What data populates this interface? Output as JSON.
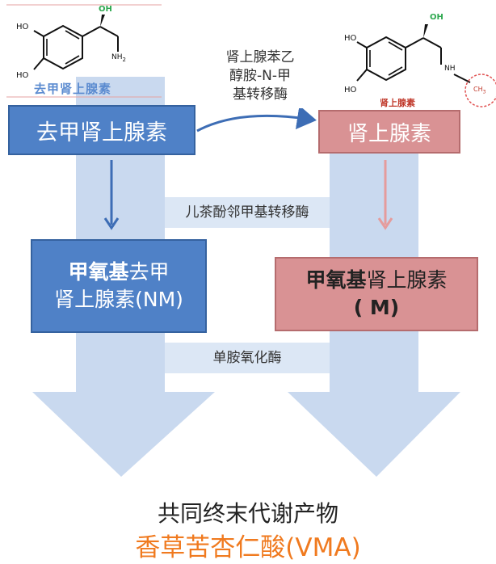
{
  "molecules": {
    "left": {
      "oh_top": "OH",
      "ho_1": "HO",
      "ho_2": "HO",
      "nh2": "NH",
      "nh2_sub": "2",
      "name": "去甲肾上腺素"
    },
    "right": {
      "oh_top": "OH",
      "ho_1": "HO",
      "ho_2": "HO",
      "nh": "NH",
      "ch3": "CH",
      "ch3_sub": "3",
      "name": "肾上腺素"
    }
  },
  "boxes": {
    "norepinephrine": "去甲肾上腺素",
    "epinephrine": "肾上腺素",
    "nm_bold": "甲氧基",
    "nm_rest1": "去甲",
    "nm_line2": "肾上腺素(NM)",
    "m_bold": "甲氧基",
    "m_rest1": "肾上腺素",
    "m_line2": "( M)"
  },
  "enzymes": {
    "pnmt_line1": "肾上腺苯乙",
    "pnmt_line2": "醇胺-N-甲",
    "pnmt_line3": "基转移酶",
    "comt": "儿茶酚邻甲基转移酶",
    "mao": "单胺氧化酶"
  },
  "footer": {
    "line1": "共同终末代谢产物",
    "line2": "香草苦杏仁酸(VMA)"
  },
  "colors": {
    "blue_box": "#4f81c7",
    "red_box": "#d99294",
    "big_arrow": "#c9d9ef",
    "orange_text": "#f07a1f",
    "green_oh": "#2ea84f",
    "red_mol_label": "#c0392b"
  }
}
